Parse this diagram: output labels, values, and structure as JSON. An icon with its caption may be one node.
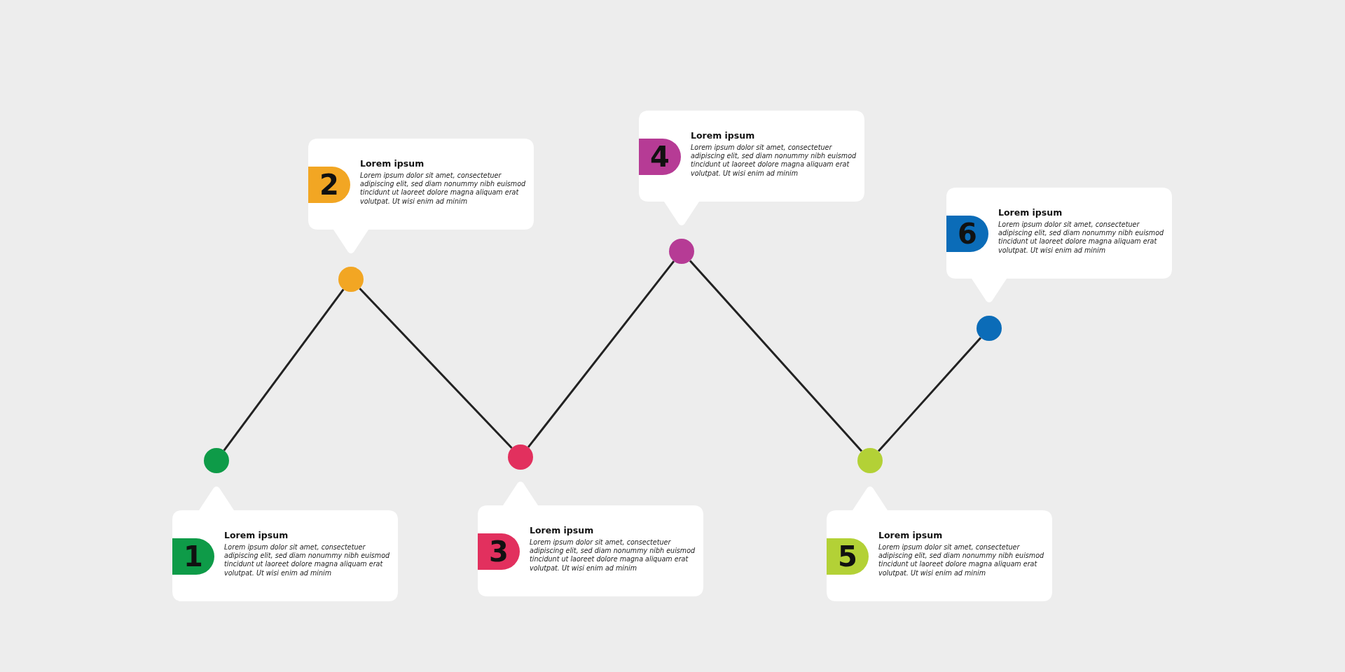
{
  "diagram": {
    "nodes": [
      {
        "text": [
          "Lorem ipsum",
          "Lorem ipsum dolor sit amet, consectetuer adipiscing elit, sed diam nonummy nibh euismod tincidunt ut laoreet dolore magna aliquam erat volutpat. Ut wisi enim ad minim"
        ]
      },
      {
        "text": [
          "1"
        ],
        "in": 0
      },
      {
        "text": [],
        "shape": "circle"
      },
      {
        "text": [
          "Lorem ipsum",
          "Lorem ipsum dolor sit amet, consectetuer adipiscing elit, sed diam nonummy nibh euismod tincidunt ut laoreet dolore magna aliquam erat volutpat. Ut wisi enim ad minim"
        ]
      },
      {
        "text": [
          "2"
        ],
        "in": 3
      },
      {
        "text": [],
        "shape": "circle"
      },
      {
        "text": [
          "Lorem ipsum",
          "Lorem ipsum dolor sit amet, consectetuer adipiscing elit, sed diam nonummy nibh euismod tincidunt ut laoreet dolore magna aliquam erat volutpat. Ut wisi enim ad minim"
        ]
      },
      {
        "text": [
          "3"
        ],
        "in": 6
      },
      {
        "text": [],
        "shape": "circle"
      },
      {
        "text": [
          "Lorem ipsum",
          "Lorem ipsum dolor sit amet, consectetuer adipiscing elit, sed diam nonummy nibh euismod tincidunt ut laoreet dolore magna aliquam erat volutpat. Ut wisi enim ad minim"
        ]
      },
      {
        "text": [
          "4"
        ],
        "in": 9
      },
      {
        "text": [],
        "shape": "circle"
      },
      {
        "text": [
          "Lorem ipsum",
          "Lorem ipsum dolor sit amet, consectetuer adipiscing elit, sed diam nonummy nibh euismod tincidunt ut laoreet dolore magna aliquam erat volutpat. Ut wisi enim ad minim"
        ]
      },
      {
        "text": [
          "5"
        ],
        "in": 12
      },
      {
        "text": [],
        "shape": "circle"
      },
      {
        "text": [
          "Lorem ipsum",
          "Lorem ipsum dolor sit amet, consectetuer adipiscing elit, sed diam nonummy nibh euismod tincidunt ut laoreet dolore magna aliquam erat volutpat. Ut wisi enim ad minim"
        ]
      },
      {
        "text": [
          "6"
        ],
        "in": 15
      },
      {
        "text": [],
        "shape": "circle"
      }
    ],
    "edges": [
      {
        "from": 2,
        "to": 5,
        "arrow": "none"
      },
      {
        "from": 5,
        "to": 8,
        "arrow": "none"
      },
      {
        "from": 8,
        "to": 11,
        "arrow": "none"
      },
      {
        "from": 11,
        "to": 14,
        "arrow": "none"
      },
      {
        "from": 14,
        "to": 17,
        "arrow": "none"
      }
    ]
  }
}
